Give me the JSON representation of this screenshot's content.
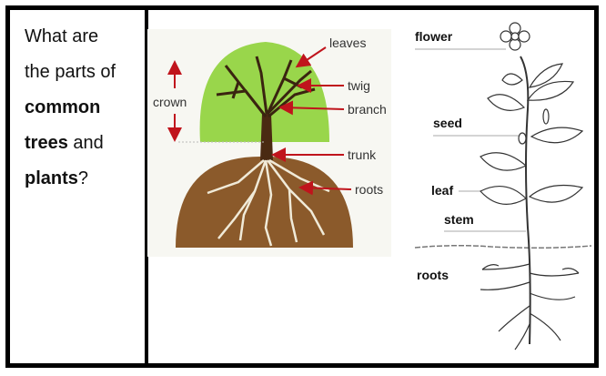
{
  "question": {
    "line1": "What are",
    "line2": "the parts of",
    "line3_bold": "common",
    "line4_bold": "trees",
    "line4_rest": " and",
    "line5_bold": "plants",
    "line5_rest": "?"
  },
  "tree_diagram": {
    "labels": {
      "crown": "crown",
      "leaves": "leaves",
      "twig": "twig",
      "branch": "branch",
      "trunk": "trunk",
      "roots": "roots"
    },
    "colors": {
      "crown": "#99d64b",
      "soil": "#8b5a2b",
      "arrow": "#c0141c"
    }
  },
  "plant_diagram": {
    "labels": {
      "flower": "flower",
      "seed": "seed",
      "leaf": "leaf",
      "stem": "stem",
      "roots": "roots"
    }
  }
}
